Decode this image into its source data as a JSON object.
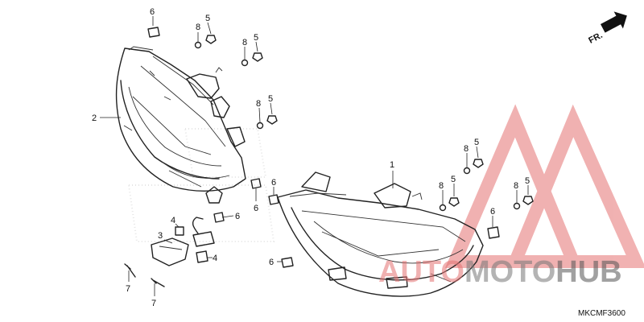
{
  "diagram": {
    "callouts": [
      {
        "id": "c6a",
        "text": "6"
      },
      {
        "id": "c5a",
        "text": "5"
      },
      {
        "id": "c8a",
        "text": "8"
      },
      {
        "id": "c8b",
        "text": "8"
      },
      {
        "id": "c5b",
        "text": "5"
      },
      {
        "id": "c8c",
        "text": "8"
      },
      {
        "id": "c5c",
        "text": "5"
      },
      {
        "id": "c2",
        "text": "2"
      },
      {
        "id": "c6b",
        "text": "6"
      },
      {
        "id": "c6c",
        "text": "6"
      },
      {
        "id": "c6d",
        "text": "6"
      },
      {
        "id": "c4a",
        "text": "4"
      },
      {
        "id": "c3",
        "text": "3"
      },
      {
        "id": "c4b",
        "text": "4"
      },
      {
        "id": "c7a",
        "text": "7"
      },
      {
        "id": "c7b",
        "text": "7"
      },
      {
        "id": "c6e",
        "text": "6"
      },
      {
        "id": "c1",
        "text": "1"
      },
      {
        "id": "c8d",
        "text": "8"
      },
      {
        "id": "c5d",
        "text": "5"
      },
      {
        "id": "c8e",
        "text": "8"
      },
      {
        "id": "c5e",
        "text": "5"
      },
      {
        "id": "c8f",
        "text": "8"
      },
      {
        "id": "c5f",
        "text": "5"
      },
      {
        "id": "c6f",
        "text": "6"
      }
    ],
    "direction_label": "FR.",
    "diagram_code": "MKCMF3600",
    "watermark": {
      "part1": "AUTO",
      "part2": "MOTO",
      "part3": "HUB",
      "color_red": "#e53935",
      "color_gray": "#555555"
    }
  }
}
